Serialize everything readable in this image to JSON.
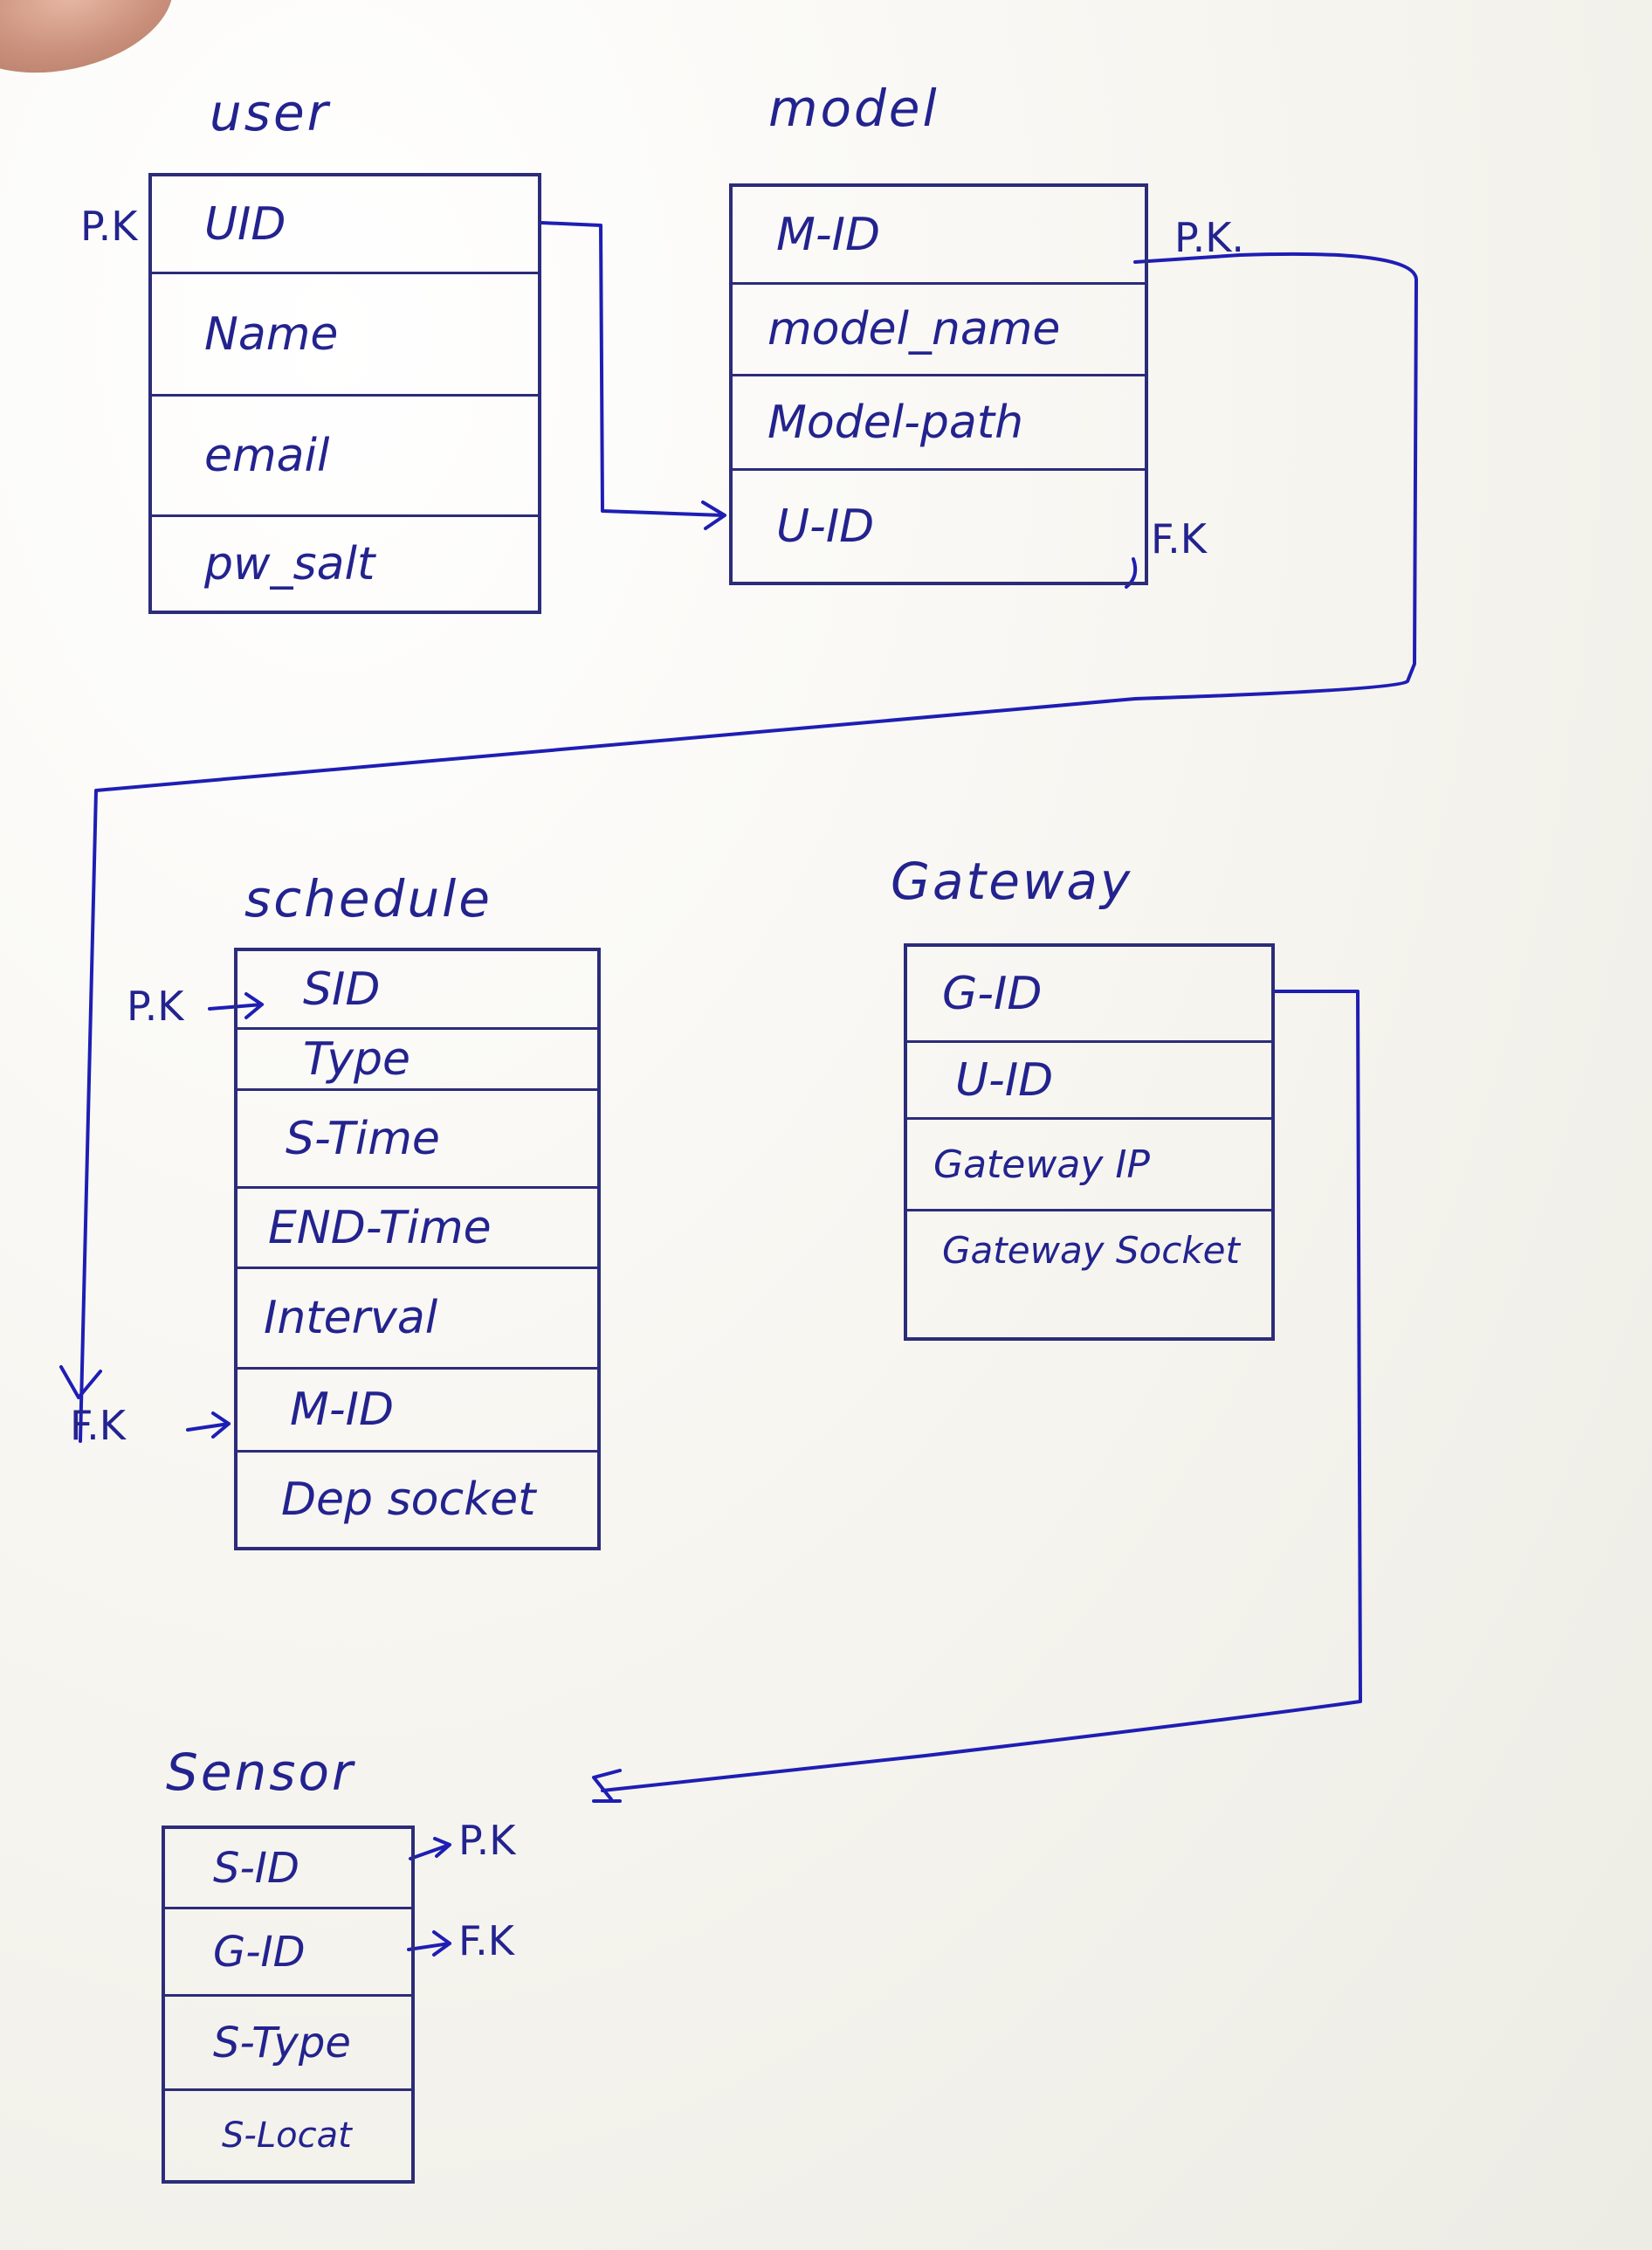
{
  "tables": {
    "user": {
      "title": "user",
      "fields": [
        "UID",
        "Name",
        "email",
        "pw_salt"
      ]
    },
    "model": {
      "title": "model",
      "fields": [
        "M-ID",
        "model_name",
        "Model-path",
        "U-ID"
      ]
    },
    "schedule": {
      "title": "schedule",
      "fields": [
        "SID",
        "Type",
        "S-Time",
        "END-Time",
        "Interval",
        "M-ID",
        "Dep socket"
      ]
    },
    "gateway": {
      "title": "Gateway",
      "fields": [
        "G-ID",
        "U-ID",
        "Gateway IP",
        "Gateway Socket"
      ]
    },
    "sensor": {
      "title": "Sensor",
      "fields": [
        "S-ID",
        "G-ID",
        "S-Type",
        "S-Locat"
      ]
    }
  },
  "annotations": {
    "user_pk": "P.K",
    "model_pk": "P.K.",
    "model_fk": "F.K",
    "schedule_pk": "P.K",
    "schedule_fk": "F.K",
    "sensor_pk": "P.K",
    "sensor_fk": "F.K"
  },
  "colors": {
    "ink": "#23238f",
    "table_border": "#2c2c7a",
    "paper": "#f7f5f0"
  }
}
